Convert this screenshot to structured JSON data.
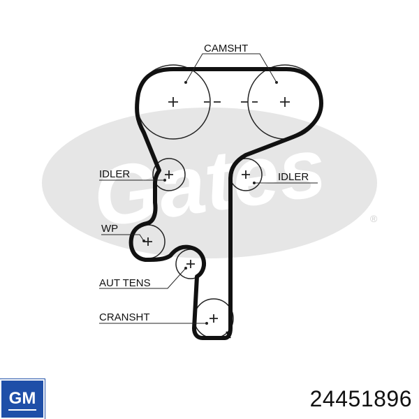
{
  "labels": {
    "camshaft": "CAMSHT",
    "idler_left": "IDLER",
    "idler_right": "IDLER",
    "water_pump": "WP",
    "auto_tensioner": "AUT TENS",
    "crankshaft": "CRANSHT"
  },
  "watermark": {
    "text": "Gates",
    "registered_mark": "®"
  },
  "brand": {
    "logo_text": "GM",
    "logo_color": "#1f4fa8"
  },
  "part_number": "24451896"
}
